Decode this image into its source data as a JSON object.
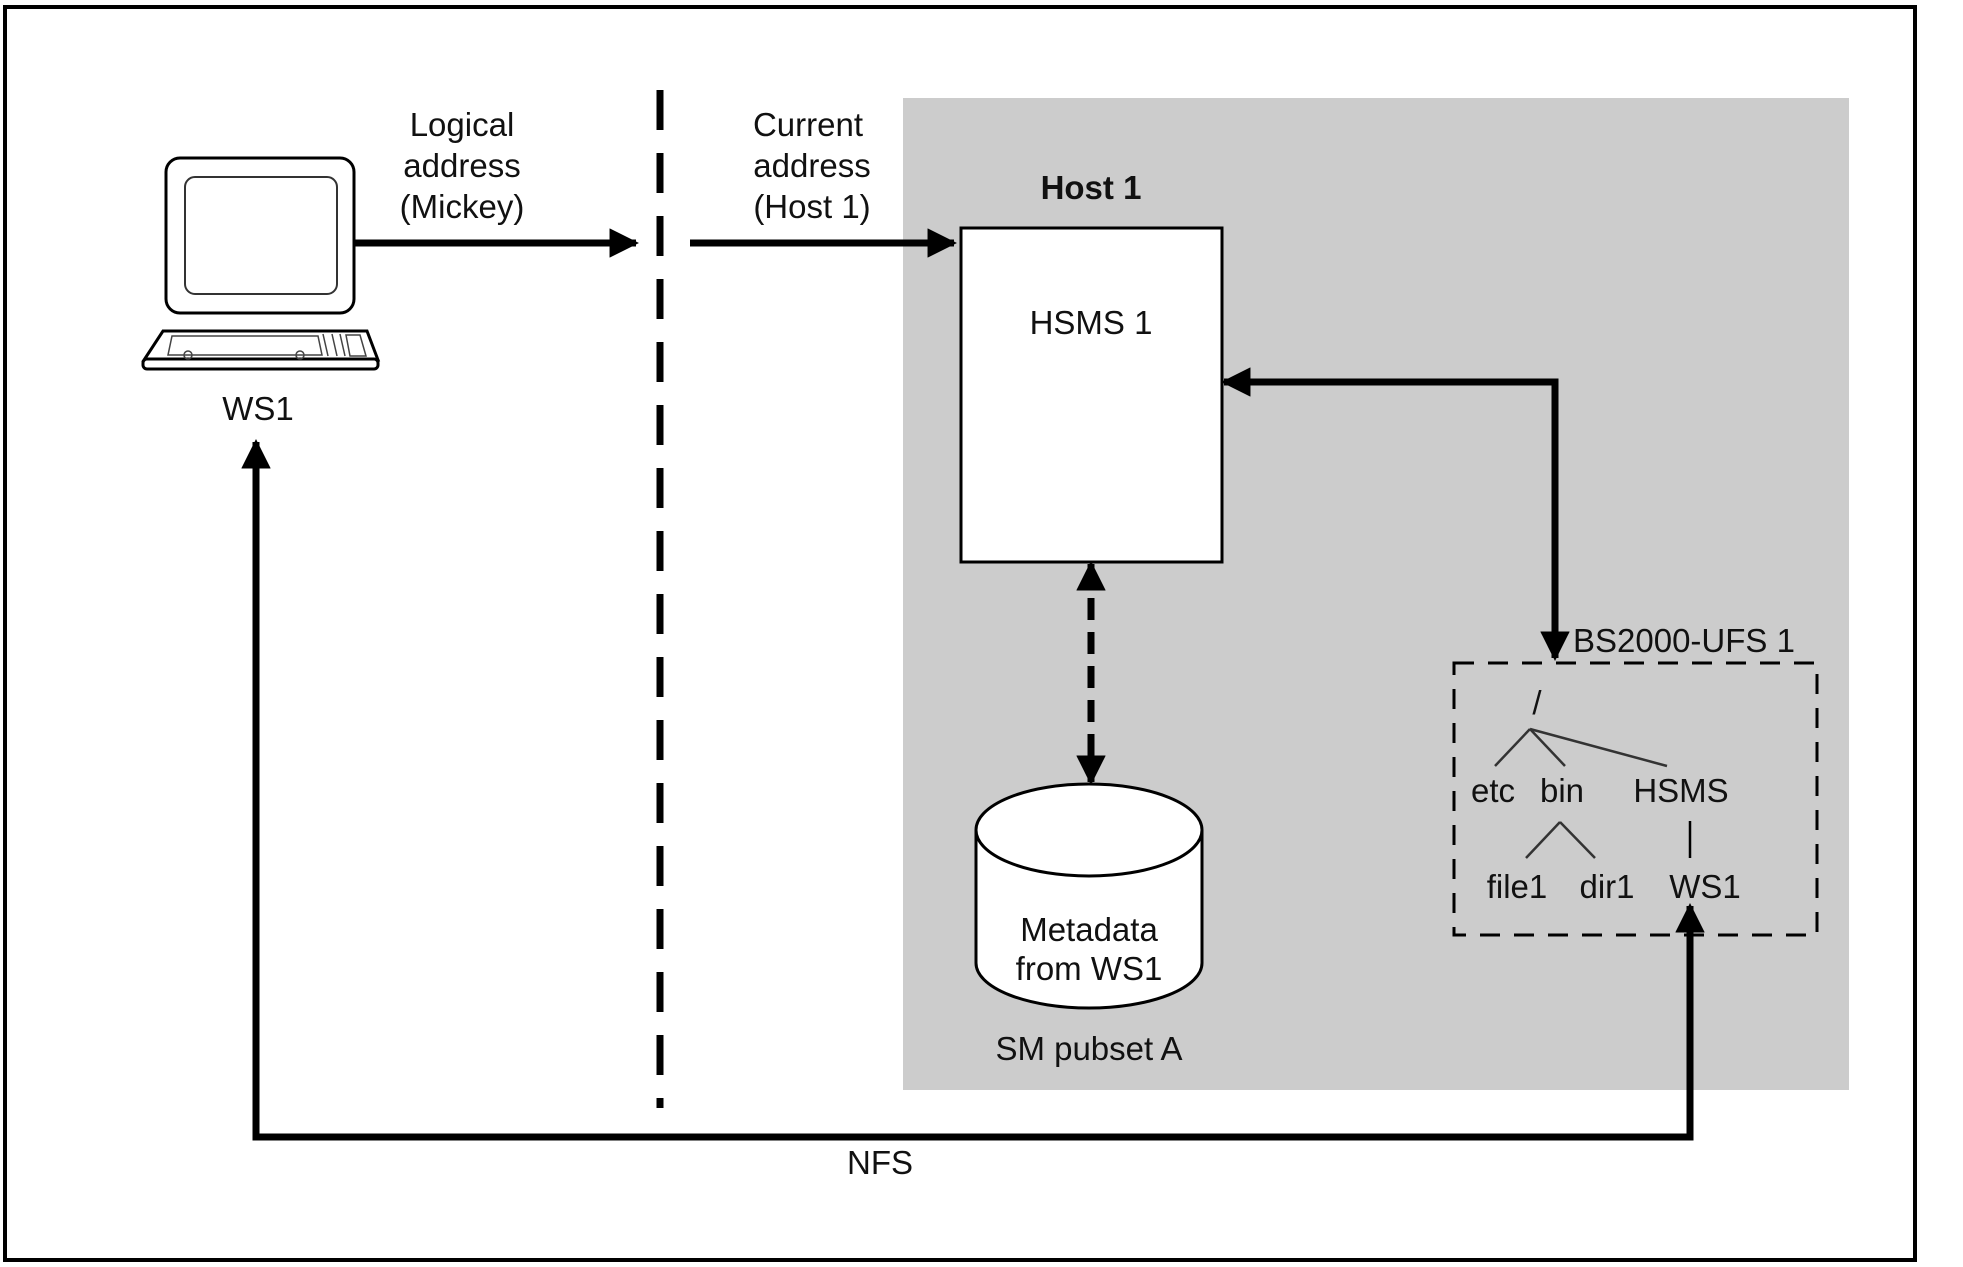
{
  "colors": {
    "panel_bg": "#cccccc",
    "stroke": "#000000",
    "text": "#111111",
    "box_fill": "#ffffff"
  },
  "workstation": {
    "label": "WS1",
    "icon": "computer-terminal-icon"
  },
  "logical_address": {
    "lines": [
      "Logical",
      "address",
      "(Mickey)"
    ]
  },
  "current_address": {
    "lines": [
      "Current",
      "address",
      "(Host 1)"
    ]
  },
  "host": {
    "title": "Host 1",
    "component": "HSMS 1"
  },
  "pubset": {
    "lines": [
      "Metadata",
      "from WS1"
    ],
    "label": "SM pubset A",
    "icon": "database-cylinder-icon"
  },
  "ufs": {
    "title": "BS2000-UFS 1",
    "tree": {
      "root": "/",
      "level1": [
        "etc",
        "bin",
        "HSMS"
      ],
      "bin_children": [
        "file1",
        "dir1"
      ],
      "hsms_children": [
        "WS1"
      ]
    }
  },
  "nfs": {
    "label": "NFS"
  }
}
